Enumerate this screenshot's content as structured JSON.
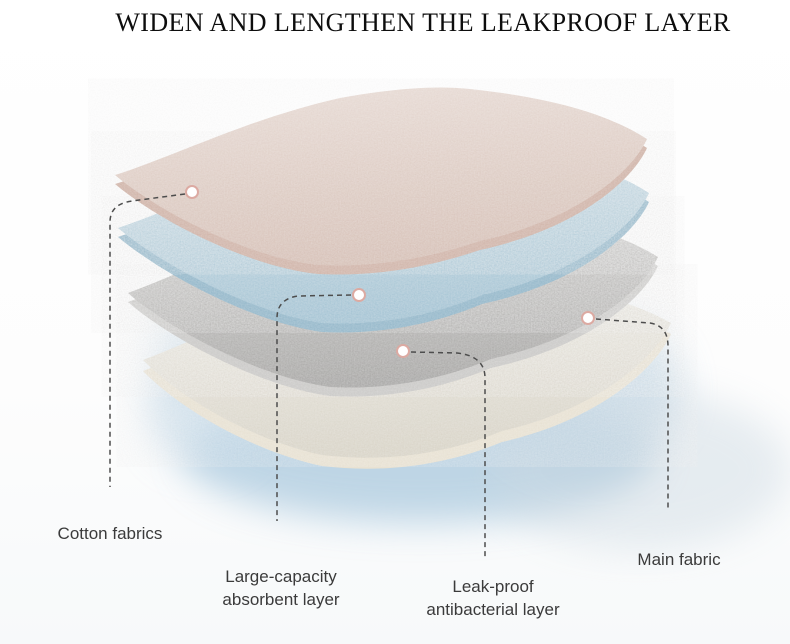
{
  "title": "WIDEN AND LENGTHEN THE LEAKPROOF LAYER",
  "diagram": {
    "layers": [
      {
        "id": "cotton",
        "label_lines": [
          "Cotton fabrics"
        ],
        "color": "#ddcac1"
      },
      {
        "id": "absorbent",
        "label_lines": [
          "Large-capacity",
          "absorbent layer"
        ],
        "color": "#aecbd9"
      },
      {
        "id": "leakproof",
        "label_lines": [
          "Leak-proof",
          "antibacterial layer"
        ],
        "color": "#b2b1af"
      },
      {
        "id": "main",
        "label_lines": [
          "Main fabric"
        ],
        "color": "#e7e4da"
      }
    ]
  },
  "colors": {
    "background": "#ffffff",
    "title_text": "#0d0d0d",
    "label_text": "#3b3b3b",
    "callout_line": "#4d4d4d",
    "dot_fill": "#ffffff",
    "dot_ring": "#dcaaa2",
    "shadow_blue": "#aac9de",
    "cotton_light": "#e9dcd5",
    "cotton_dark": "#d7bfb4",
    "cotton_rim": "#d0b2a6",
    "absorbent_light": "#cfe0e8",
    "absorbent_dark": "#9ec2d4",
    "absorbent_rim": "#8fb5c9",
    "leakproof_light": "#d0cfcd",
    "leakproof_dark": "#a3a2a0",
    "leakproof_rim": "#c9c8c6",
    "main_light": "#f0eee8",
    "main_dark": "#d9d4c6",
    "main_rim": "#e9e2d2"
  }
}
